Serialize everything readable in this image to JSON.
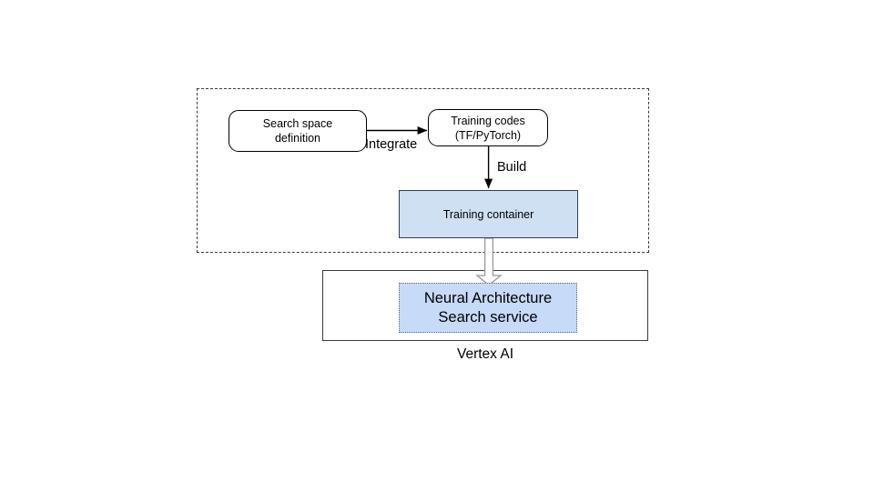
{
  "diagram": {
    "title_label": "Vertex AI",
    "outer_group": {
      "name": "user-managed-group",
      "border_style": "dashed"
    },
    "nodes": [
      {
        "id": "search-space",
        "label": "Search space\ndefinition",
        "shape": "rounded-rect",
        "fill": "#ffffff",
        "stroke": "#000000"
      },
      {
        "id": "training-codes",
        "label": "Training codes\n(TF/PyTorch)",
        "shape": "rounded-rect",
        "fill": "#ffffff",
        "stroke": "#000000"
      },
      {
        "id": "training-container",
        "label": "Training container",
        "shape": "rect",
        "fill": "#cfe0f2",
        "stroke": "#32404e"
      },
      {
        "id": "nas-service",
        "label": "Neural Architecture\nSearch service",
        "shape": "rect-dotted",
        "fill": "#c7daf8",
        "stroke": "#5a6878"
      }
    ],
    "edges": [
      {
        "id": "integrate-edge",
        "from": "search-space",
        "to": "training-codes",
        "label": "Integrate",
        "style": "thin-arrow"
      },
      {
        "id": "build-edge",
        "from": "training-codes",
        "to": "training-container",
        "label": "Build",
        "style": "thin-arrow"
      },
      {
        "id": "deploy-edge",
        "from": "training-container",
        "to": "nas-service",
        "label": "",
        "style": "block-arrow"
      }
    ],
    "colors": {
      "container_fill": "#cfe0f2",
      "service_fill": "#c7daf8",
      "line": "#000000",
      "block_arrow_stroke": "#8f8f8f",
      "dashed_border": "#3a3a3a"
    }
  }
}
